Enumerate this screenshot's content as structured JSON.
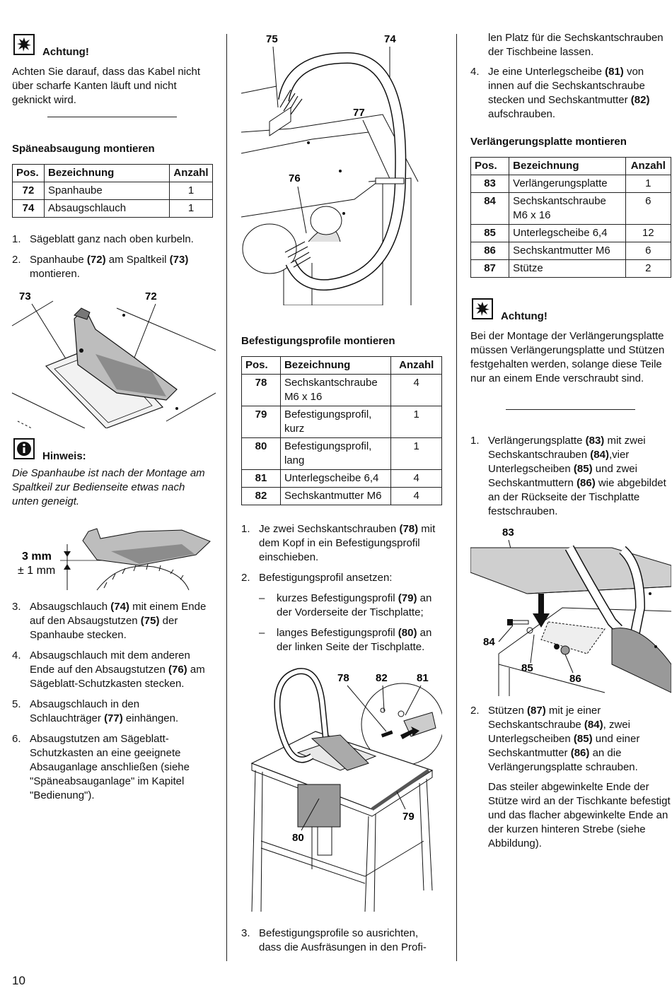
{
  "page_number": "10",
  "col1": {
    "warning1_title": "Achtung!",
    "warning1_text": "Achten Sie darauf, dass das Kabel nicht über scharfe Kanten läuft und nicht geknickt wird.",
    "section_heading": "Späneabsaugung montieren",
    "table_headers": [
      "Pos.",
      "Bezeichnung",
      "Anzahl"
    ],
    "table_rows": [
      {
        "pos": "72",
        "name": "Spanhaube",
        "qty": "1"
      },
      {
        "pos": "74",
        "name": "Absaugschlauch",
        "qty": "1"
      }
    ],
    "step1": "Sägeblatt ganz nach oben kurbeln.",
    "step2_a": "Spanhaube ",
    "step2_b": "(72)",
    "step2_c": " am Spaltkeil ",
    "step2_d": "(73)",
    "step2_e": " montieren.",
    "fig1_labels": [
      "73",
      "72"
    ],
    "hint_title": "Hinweis:",
    "hint_text": "Die Spanhaube ist nach der Montage am Spaltkeil zur Bedienseite etwas nach unten geneigt.",
    "fig2_labels": [
      "3 mm",
      "± 1 mm"
    ],
    "step3_a": "Absaugschlauch ",
    "step3_b": "(74)",
    "step3_c": " mit einem Ende auf den Absaugstutzen ",
    "step3_d": "(75)",
    "step3_e": " der Spanhaube stecken.",
    "step4_a": "Absaugschlauch mit dem anderen Ende auf den Absaugstutzen ",
    "step4_b": "(76)",
    "step4_c": " am Sägeblatt-Schutzkasten stecken.",
    "step5_a": "Absaugschlauch in den Schlauchträger ",
    "step5_b": "(77)",
    "step5_c": " einhängen.",
    "step6": "Absaugstutzen am Sägeblatt-Schutzkasten an eine geeignete Absauganlage anschließen (siehe \"Späneabsauganlage\" im Kapitel \"Bedienung\")."
  },
  "col2": {
    "fig3_labels": [
      "75",
      "74",
      "77",
      "76"
    ],
    "section_heading": "Befestigungsprofile montieren",
    "table_headers": [
      "Pos.",
      "Bezeichnung",
      "Anzahl"
    ],
    "table_rows": [
      {
        "pos": "78",
        "name": "Sechskantschraube M6 x 16",
        "qty": "4"
      },
      {
        "pos": "79",
        "name": "Befestigungsprofil, kurz",
        "qty": "1"
      },
      {
        "pos": "80",
        "name": "Befestigungsprofil, lang",
        "qty": "1"
      },
      {
        "pos": "81",
        "name": "Unterlegscheibe 6,4",
        "qty": "4"
      },
      {
        "pos": "82",
        "name": "Sechskantmutter M6",
        "qty": "4"
      }
    ],
    "step1_a": "Je zwei Sechskantschrauben ",
    "step1_b": "(78)",
    "step1_c": " mit dem Kopf in ein Befestigungsprofil einschieben.",
    "step2": "Befestigungsprofil ansetzen:",
    "sub1_a": "kurzes Befestigungsprofil ",
    "sub1_b": "(79)",
    "sub1_c": " an der Vorderseite der Tischplatte;",
    "sub2_a": "langes Befestigungsprofil ",
    "sub2_b": "(80)",
    "sub2_c": " an der linken Seite der Tischplatte.",
    "fig4_labels": [
      "78",
      "82",
      "81",
      "79",
      "80"
    ],
    "step3": "Befestigungsprofile so ausrichten, dass die Ausfräsungen in den Profi-"
  },
  "col3": {
    "cont_text": "len Platz für die Sechskantschrauben der Tischbeine lassen.",
    "step4_a": "Je eine Unterlegscheibe ",
    "step4_b": "(81)",
    "step4_c": " von innen auf die Sechskantschraube stecken und Sechskantmutter ",
    "step4_d": "(82)",
    "step4_e": " aufschrauben.",
    "section_heading": "Verlängerungsplatte montieren",
    "table_headers": [
      "Pos.",
      "Bezeichnung",
      "Anzahl"
    ],
    "table_rows": [
      {
        "pos": "83",
        "name": "Verlängerungsplatte",
        "qty": "1"
      },
      {
        "pos": "84",
        "name": "Sechskantschraube M6 x 16",
        "qty": "6"
      },
      {
        "pos": "85",
        "name": "Unterlegscheibe 6,4",
        "qty": "12"
      },
      {
        "pos": "86",
        "name": "Sechskantmutter M6",
        "qty": "6"
      },
      {
        "pos": "87",
        "name": "Stütze",
        "qty": "2"
      }
    ],
    "warning_title": "Achtung!",
    "warning_text": "Bei der Montage der Verlängerungsplatte müssen Verlängerungsplatte und Stützen festgehalten werden, solange diese Teile nur an einem Ende verschraubt sind.",
    "step1_a": "Verlängerungsplatte ",
    "step1_b": "(83)",
    "step1_c": " mit zwei Sechskantschrauben ",
    "step1_d": "(84)",
    "step1_e": ",vier Unterlegscheiben ",
    "step1_f": "(85)",
    "step1_g": " und zwei Sechskantmuttern ",
    "step1_h": "(86)",
    "step1_i": " wie abgebildet an der Rückseite der Tischplatte festschrauben.",
    "fig5_labels": [
      "83",
      "84",
      "85",
      "86"
    ],
    "step2_a": "Stützen ",
    "step2_b": "(87)",
    "step2_c": " mit je einer Sechskantschraube ",
    "step2_d": "(84)",
    "step2_e": ", zwei Unterlegscheiben ",
    "step2_f": "(85)",
    "step2_g": " und einer Sechskantmutter ",
    "step2_h": "(86)",
    "step2_i": " an die Verlängerungsplatte schrauben.",
    "step2_note": "Das steiler abgewinkelte Ende der Stütze wird an der Tischkante befestigt und das flacher abgewinkelte Ende an der kurzen hinteren Strebe (siehe Abbildung)."
  },
  "icons": [
    "warning-icon",
    "info-icon"
  ]
}
